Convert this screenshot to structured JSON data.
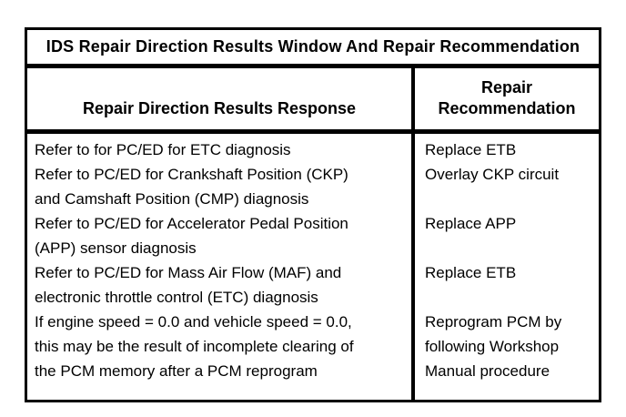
{
  "title": "IDS Repair Direction Results Window And Repair Recommendation",
  "colors": {
    "border": "#000000",
    "background": "#ffffff",
    "text": "#000000"
  },
  "table": {
    "header": {
      "response": "Repair Direction Results Response",
      "recommendation": "Repair\nRecommendation"
    },
    "rows": [
      {
        "response": "Refer to for PC/ED for ETC diagnosis",
        "recommendation": "Replace ETB"
      },
      {
        "response": "Refer to PC/ED for Crankshaft Position (CKP)\nand Camshaft Position (CMP) diagnosis",
        "recommendation": "Overlay CKP circuit"
      },
      {
        "response": "Refer to PC/ED for Accelerator Pedal Position\n(APP) sensor diagnosis",
        "recommendation": "Replace APP"
      },
      {
        "response": "Refer to PC/ED for Mass Air Flow (MAF) and\nelectronic throttle control (ETC) diagnosis",
        "recommendation": "Replace ETB"
      },
      {
        "response": "If engine speed = 0.0 and vehicle speed = 0.0,\nthis may be the result of incomplete clearing of\nthe PCM memory after a PCM reprogram",
        "recommendation": "Reprogram PCM by\nfollowing Workshop\nManual procedure"
      }
    ]
  }
}
